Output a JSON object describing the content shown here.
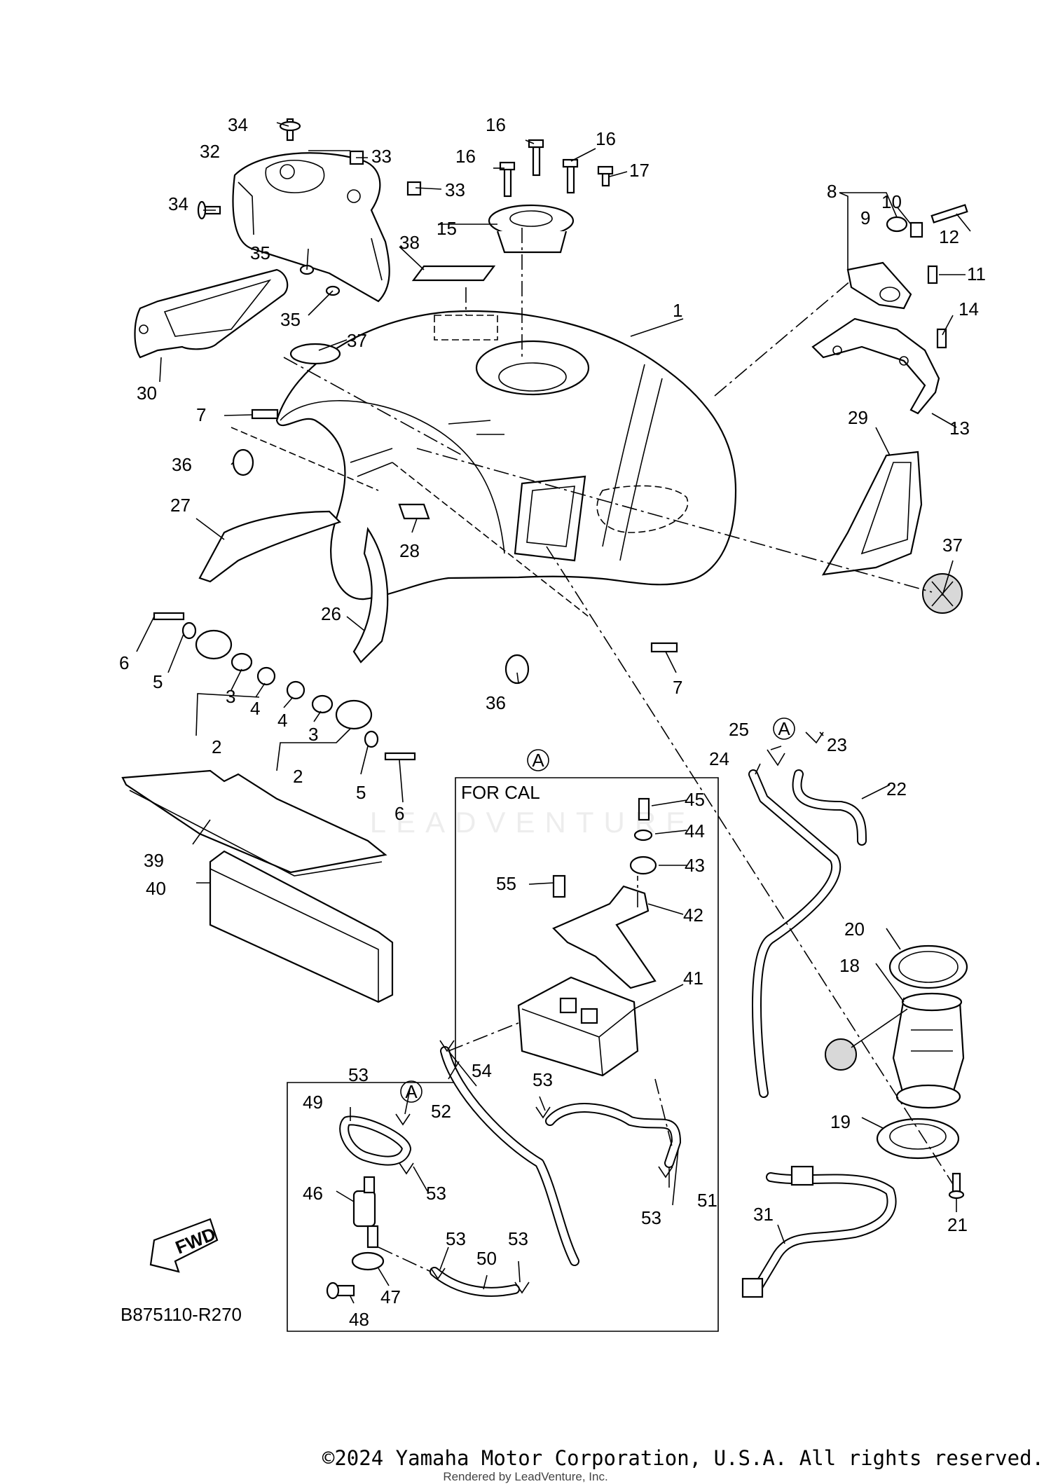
{
  "diagram_code": "B875110-R270",
  "inset_title": "FOR CAL",
  "direction_label": "FWD",
  "connector_ref": "A",
  "copyright": "©2024 Yamaha Motor Corporation, U.S.A. All rights reserved.",
  "rendered_by": "Rendered by LeadVenture, Inc.",
  "watermark": "LEADVENTURE",
  "callouts": {
    "c1": "1",
    "c2a": "2",
    "c2b": "2",
    "c3a": "3",
    "c3b": "3",
    "c4a": "4",
    "c4b": "4",
    "c5a": "5",
    "c5b": "5",
    "c6a": "6",
    "c6b": "6",
    "c7a": "7",
    "c7b": "7",
    "c8": "8",
    "c9": "9",
    "c10": "10",
    "c11": "11",
    "c12": "12",
    "c13": "13",
    "c14": "14",
    "c15": "15",
    "c16a": "16",
    "c16b": "16",
    "c16c": "16",
    "c17": "17",
    "c18": "18",
    "c19": "19",
    "c20": "20",
    "c21": "21",
    "c22": "22",
    "c23": "23",
    "c24": "24",
    "c25": "25",
    "c26": "26",
    "c27": "27",
    "c28": "28",
    "c29": "29",
    "c30": "30",
    "c31": "31",
    "c32": "32",
    "c33a": "33",
    "c33b": "33",
    "c34a": "34",
    "c34b": "34",
    "c35a": "35",
    "c35b": "35",
    "c36a": "36",
    "c36b": "36",
    "c37a": "37",
    "c37b": "37",
    "c38": "38",
    "c39": "39",
    "c40": "40",
    "c41": "41",
    "c42": "42",
    "c43": "43",
    "c44": "44",
    "c45": "45",
    "c46": "46",
    "c47": "47",
    "c48": "48",
    "c49": "49",
    "c50": "50",
    "c51": "51",
    "c52": "52",
    "c53a": "53",
    "c53b": "53",
    "c53c": "53",
    "c53d": "53",
    "c53e": "53",
    "c53f": "53",
    "c54": "54",
    "c55": "55"
  }
}
